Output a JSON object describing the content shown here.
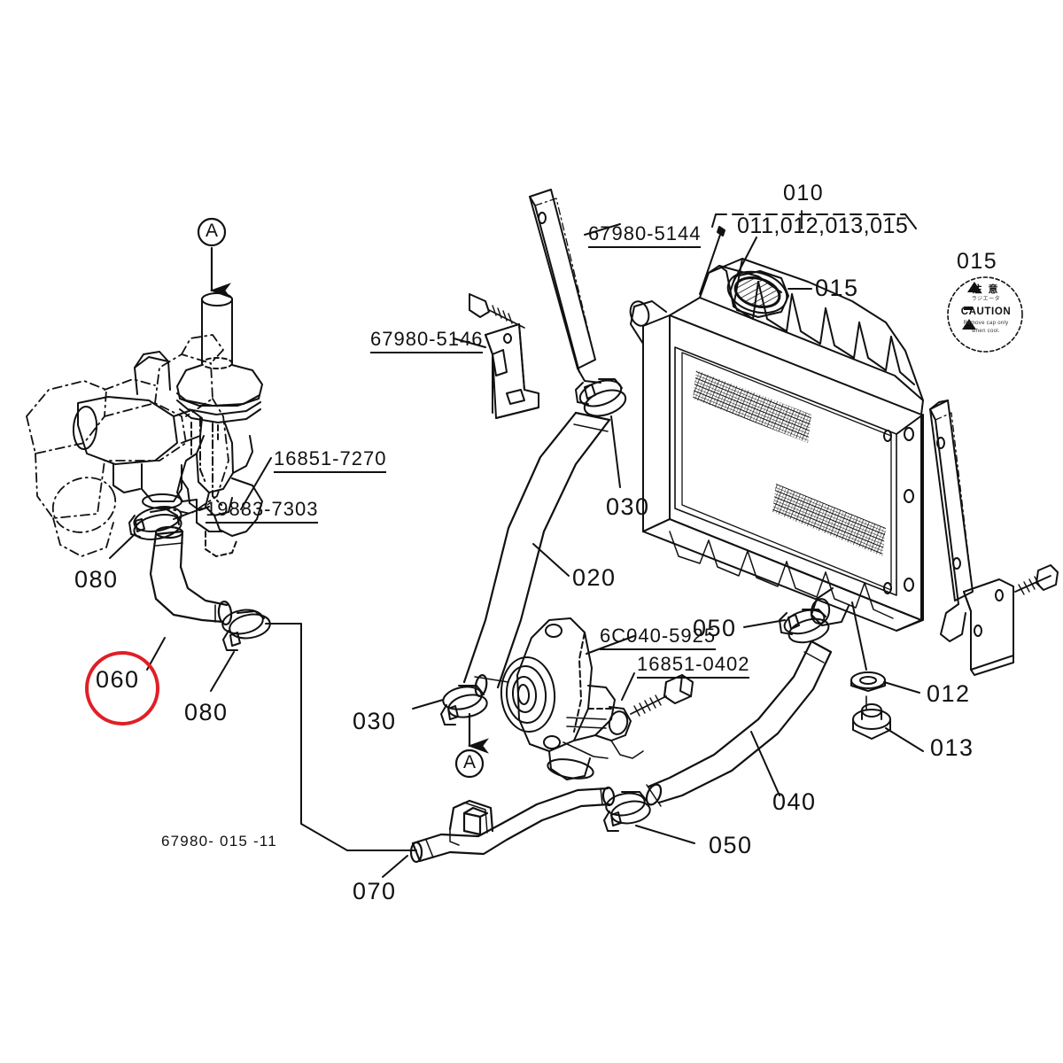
{
  "diagram": {
    "title": "Radiator and coolant hose assembly exploded parts diagram",
    "drawing_number": "67980- 015 -11",
    "highlight_color": "#e01f26",
    "highlighted_ref": "060",
    "reference_numbers": [
      {
        "id": "ref-010",
        "label": "010"
      },
      {
        "id": "ref-011-015",
        "label": "011,012,013,015"
      },
      {
        "id": "ref-015-cap",
        "label": "015"
      },
      {
        "id": "ref-015-caution",
        "label": "015"
      },
      {
        "id": "ref-012",
        "label": "012"
      },
      {
        "id": "ref-013",
        "label": "013"
      },
      {
        "id": "ref-020",
        "label": "020"
      },
      {
        "id": "ref-030-upper",
        "label": "030"
      },
      {
        "id": "ref-030-lower",
        "label": "030"
      },
      {
        "id": "ref-040",
        "label": "040"
      },
      {
        "id": "ref-050-upper",
        "label": "050"
      },
      {
        "id": "ref-050-lower",
        "label": "050"
      },
      {
        "id": "ref-060",
        "label": "060"
      },
      {
        "id": "ref-070",
        "label": "070"
      },
      {
        "id": "ref-080-upper",
        "label": "080"
      },
      {
        "id": "ref-080-lower",
        "label": "080"
      }
    ],
    "part_numbers": [
      {
        "id": "pn-16851-7270",
        "label": "16851-7270"
      },
      {
        "id": "pn-19883-7303",
        "label": "19883-7303"
      },
      {
        "id": "pn-67980-5144",
        "label": "67980-5144"
      },
      {
        "id": "pn-67980-5146",
        "label": "67980-5146"
      },
      {
        "id": "pn-6C040-5925",
        "label": "6C040-5925"
      },
      {
        "id": "pn-16851-0402",
        "label": "16851-0402"
      }
    ],
    "section_markers": [
      {
        "id": "marker-a-top",
        "label": "A"
      },
      {
        "id": "marker-a-bottom",
        "label": "A"
      }
    ],
    "caution_label": {
      "japanese_heading": "注  意",
      "japanese_sub": "ラジエータ",
      "english_heading": "CAUTION",
      "english_sub_1": "Remove cap only",
      "english_sub_2": "when cool."
    }
  }
}
